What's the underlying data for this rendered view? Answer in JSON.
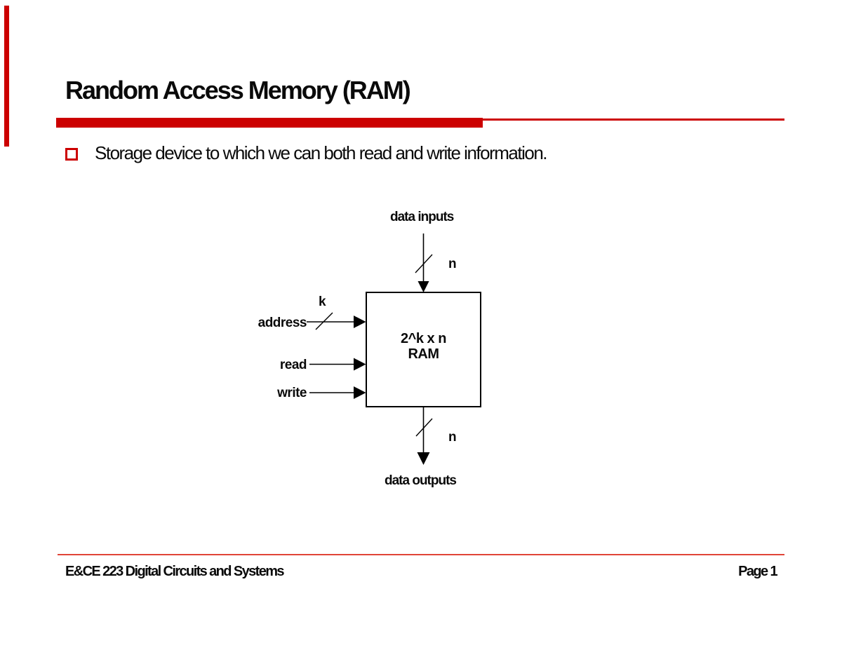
{
  "slide": {
    "title": "Random Access Memory (RAM)",
    "bullet_text": "Storage device to which we can both read and write information.",
    "accent_color": "#cc0000",
    "footer_rule_color": "#e04438"
  },
  "diagram": {
    "data_inputs_label": "data inputs",
    "input_width_label": "n",
    "address_width_label": "k",
    "address_label": "address",
    "read_label": "read",
    "write_label": "write",
    "ram_size_label": "2^k x n",
    "ram_name_label": "RAM",
    "output_width_label": "n",
    "data_outputs_label": "data outputs"
  },
  "footer": {
    "course_label": "E&CE 223 Digital Circuits and Systems",
    "page_label": "Page 1"
  }
}
